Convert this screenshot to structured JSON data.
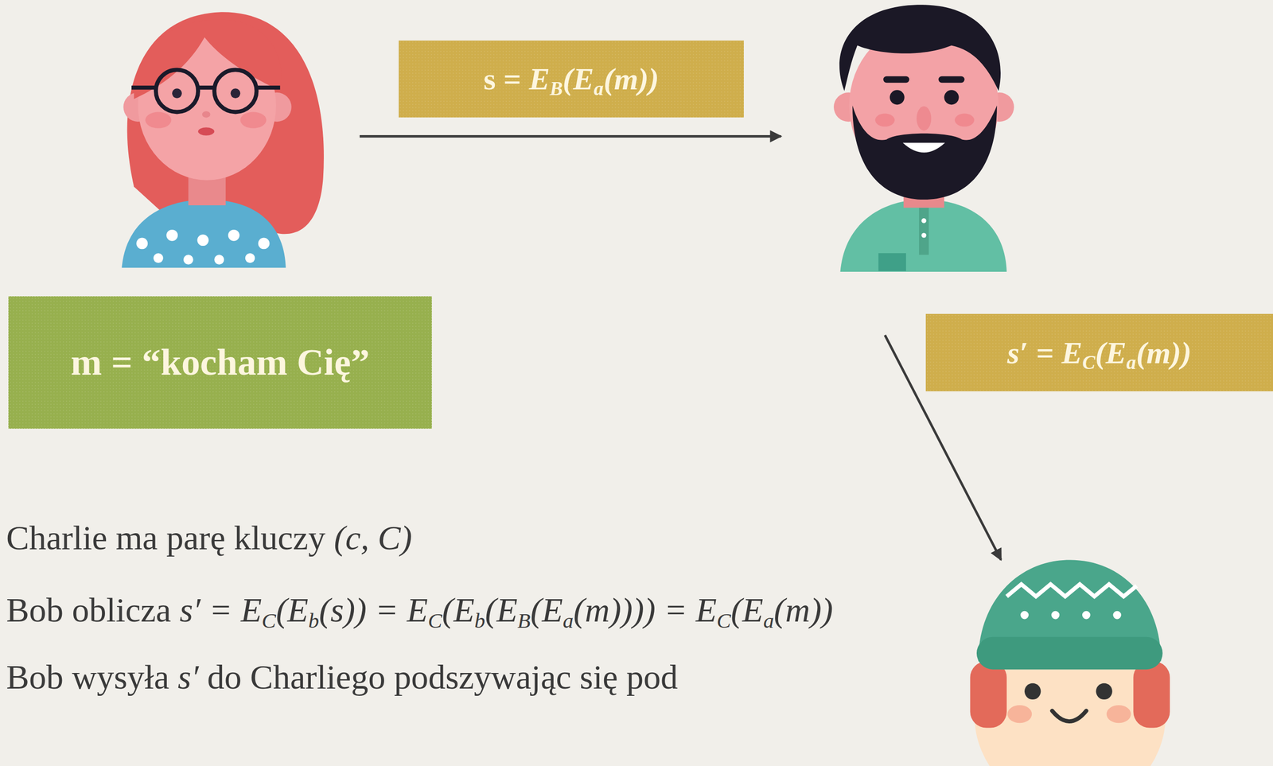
{
  "diagram": {
    "nodes": [
      {
        "text": [
          "s = EB(Ea(m))"
        ]
      },
      {
        "text": [
          "m = “kocham Cię”"
        ]
      },
      {
        "text": [
          "s′ = EC(Ea(m))"
        ]
      }
    ],
    "labels": [
      "Charlie ma parę kluczy (c, C)",
      "Bob oblicza s′ = EC(Eb(s)) = EC(Eb(EB(Ea(m)))) = EC(Ea(m))",
      "Bob wysyła s′ do Charliego podszywając się pod"
    ]
  }
}
